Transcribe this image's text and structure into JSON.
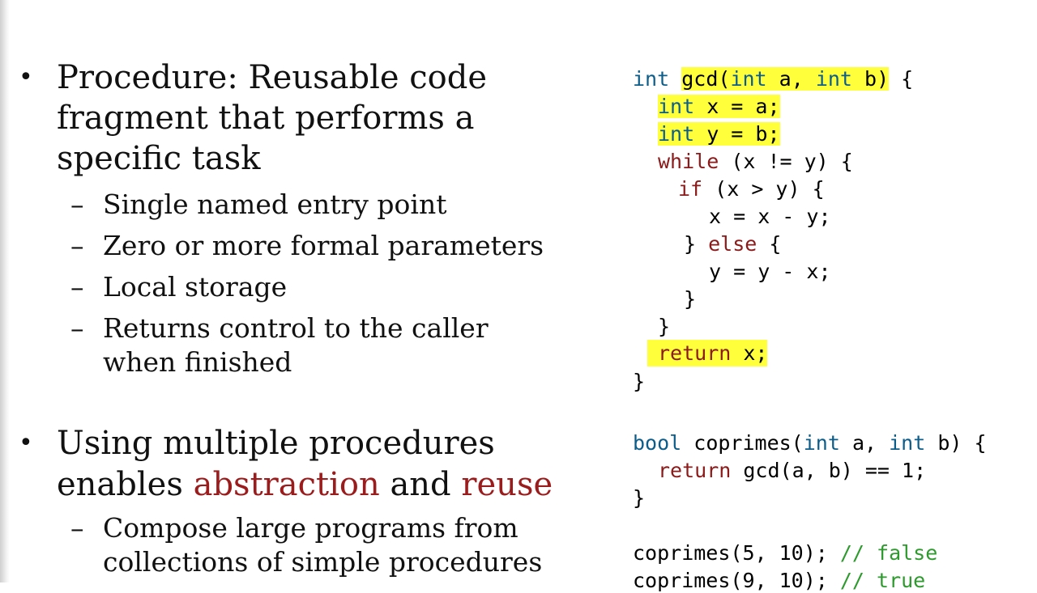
{
  "bullets": {
    "procedure": {
      "lines": [
        "Procedure: Reusable code",
        "fragment that performs a",
        "specific task"
      ],
      "subitems": [
        "Single named entry point",
        "Zero or more formal parameters",
        "Local storage",
        "Returns control to the caller"
      ],
      "subitem_continuation": "when finished"
    },
    "multiple": {
      "line1": "Using multiple procedures",
      "line2_pre": "enables ",
      "line2_word1": "abstraction",
      "line2_mid": " and ",
      "line2_word2": "reuse",
      "subitem_line1": "Compose large programs from",
      "subitem_line2": "collections of simple procedures"
    },
    "bullet_symbol": "•",
    "dash_symbol": "–"
  },
  "code": {
    "gcd": {
      "sig_kw": "int",
      "sig_name": "gcd(",
      "sig_param1_kw": "int",
      "sig_param1": " a, ",
      "sig_param2_kw": "int",
      "sig_param2": " b)",
      "sig_brace": " {",
      "decl_x_kw": "int",
      "decl_x": " x = a;",
      "decl_y_kw": "int",
      "decl_y": " y = b;",
      "while_kw": "while",
      "while_rest": " (x != y) {",
      "if_kw": "if",
      "if_rest": " (x > y) {",
      "assign_x": "x = x - y;",
      "else_pre": "} ",
      "else_kw": "else",
      "else_post": " {",
      "assign_y": "y = y - x;",
      "close_if": "}",
      "close_while": "}",
      "return_kw": "return",
      "return_rest": " x;",
      "close_fn": "}"
    },
    "coprimes": {
      "sig_kw": "bool",
      "sig_name": " coprimes(",
      "sig_param1_kw": "int",
      "sig_param1": " a, ",
      "sig_param2_kw": "int",
      "sig_param2": " b) {",
      "return_kw": "return",
      "return_rest": " gcd(a, b) == 1;",
      "close_fn": "}"
    },
    "calls": {
      "call1": "coprimes(5, 10); ",
      "comment1": "// false",
      "call2": "coprimes(9, 10); ",
      "comment2": "// true"
    }
  }
}
